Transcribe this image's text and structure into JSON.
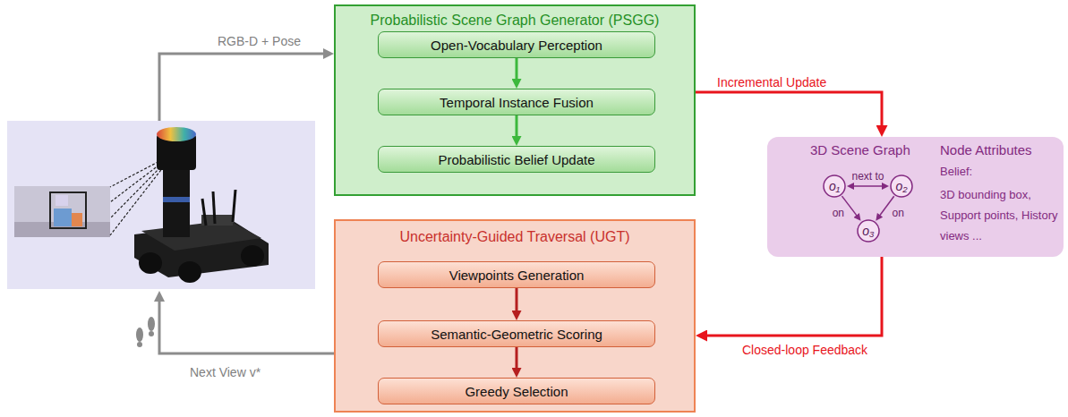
{
  "diagram": {
    "nodes": [
      {
        "text": [
          "Probabilistic Scene Graph Generator (PSGG)"
        ]
      },
      {
        "text": [
          "Open-Vocabulary Perception"
        ],
        "in": 0
      },
      {
        "text": [
          "Temporal Instance Fusion"
        ],
        "in": 0
      },
      {
        "text": [
          "Probabilistic Belief Update"
        ],
        "in": 0
      },
      {
        "text": [
          "3D Scene Graph",
          "Node Attributes",
          "Belief:",
          "3D bounding box, Support points, History views ..."
        ]
      },
      {
        "text": [
          "o₁"
        ],
        "in": 4
      },
      {
        "text": [
          "o₂"
        ],
        "in": 4
      },
      {
        "text": [
          "o₃"
        ],
        "in": 4
      },
      {
        "text": [
          "Uncertainty-Guided Traversal (UGT)"
        ]
      },
      {
        "text": [
          "Viewpoints Generation"
        ],
        "in": 8
      },
      {
        "text": [
          "Semantic-Geometric Scoring"
        ],
        "in": 8
      },
      {
        "text": [
          "Greedy Selection"
        ],
        "in": 8
      }
    ],
    "edges": [
      {
        "from": 1,
        "to": 2,
        "arrow": "to"
      },
      {
        "from": 2,
        "to": 3,
        "arrow": "to"
      },
      {
        "from": 0,
        "to": 4,
        "arrow": "to",
        "label": "Incremental Update"
      },
      {
        "from": 5,
        "to": 6,
        "arrow": "both",
        "label": "next to"
      },
      {
        "from": 5,
        "to": 7,
        "arrow": "to",
        "label": "on"
      },
      {
        "from": 6,
        "to": 7,
        "arrow": "to",
        "label": "on"
      },
      {
        "from": 4,
        "to": 8,
        "arrow": "to",
        "label": "Closed-loop Feedback"
      },
      {
        "from": 9,
        "to": 10,
        "arrow": "to"
      },
      {
        "from": 10,
        "to": 11,
        "arrow": "to"
      }
    ],
    "labels": [
      "RGB-D + Pose",
      "Next View v*"
    ]
  }
}
